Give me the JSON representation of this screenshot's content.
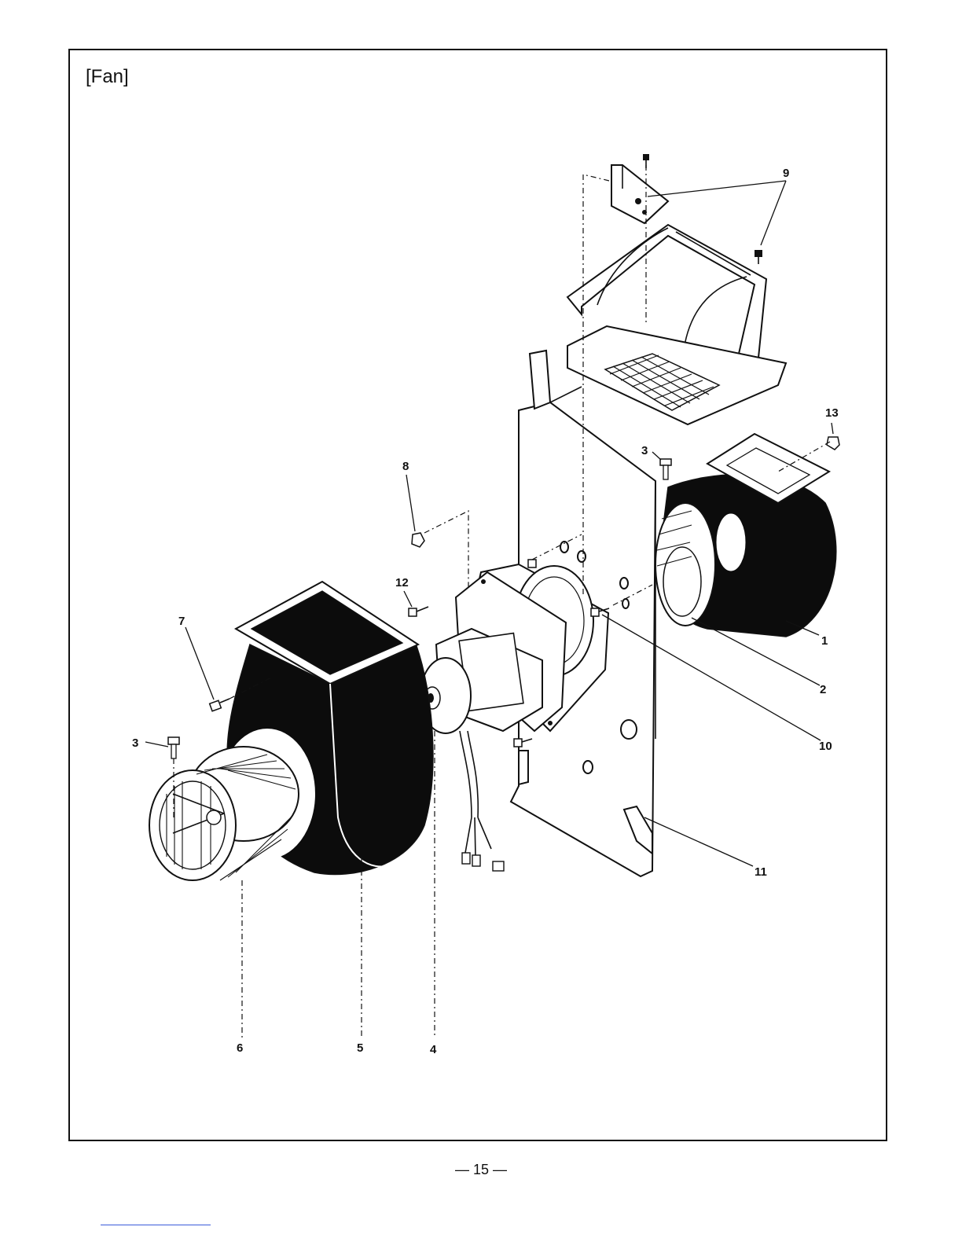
{
  "section_title": "[Fan]",
  "page_number": "— 15 —",
  "callouts": {
    "c1": "1",
    "c2": "2",
    "c3_right": "3",
    "c3_left": "3",
    "c4": "4",
    "c5": "5",
    "c6": "6",
    "c7": "7",
    "c8": "8",
    "c9": "9",
    "c10": "10",
    "c11": "11",
    "c12": "12",
    "c13": "13"
  }
}
